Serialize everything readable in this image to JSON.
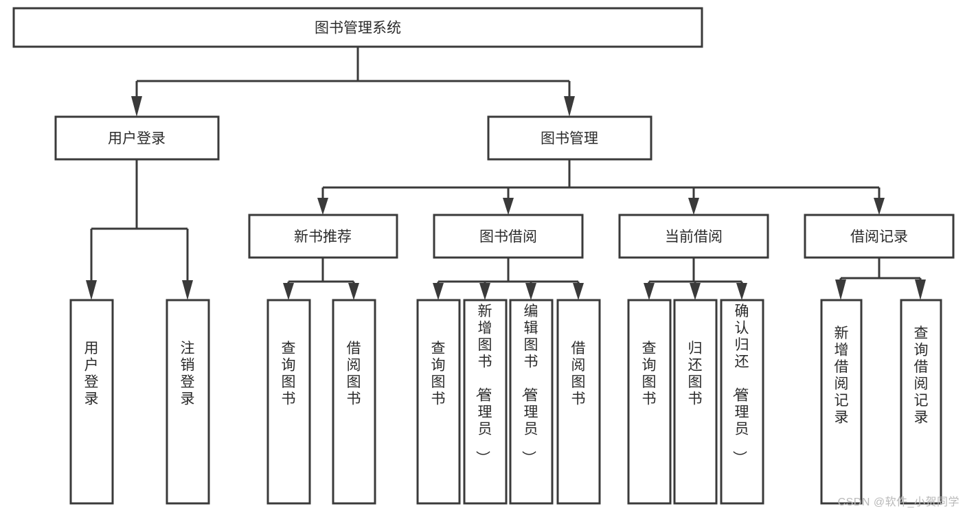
{
  "diagram": {
    "type": "hierarchy-tree",
    "title_node": {
      "id": "root",
      "label": "图书管理系统",
      "orientation": "horizontal"
    },
    "level2": [
      {
        "id": "user-login",
        "label": "用户登录",
        "orientation": "horizontal"
      },
      {
        "id": "book-management",
        "label": "图书管理",
        "orientation": "horizontal"
      }
    ],
    "level3": [
      {
        "id": "new-book-recommend",
        "label": "新书推荐",
        "orientation": "horizontal",
        "parent": "book-management"
      },
      {
        "id": "book-borrow",
        "label": "图书借阅",
        "orientation": "horizontal",
        "parent": "book-management"
      },
      {
        "id": "current-borrow",
        "label": "当前借阅",
        "orientation": "horizontal",
        "parent": "book-management"
      },
      {
        "id": "borrow-record",
        "label": "借阅记录",
        "orientation": "horizontal",
        "parent": "book-management"
      }
    ],
    "leaves": [
      {
        "id": "leaf-user-login",
        "label": "用户登录",
        "parent": "user-login",
        "orientation": "vertical"
      },
      {
        "id": "leaf-logout-login",
        "label": "注销登录",
        "parent": "user-login",
        "orientation": "vertical"
      },
      {
        "id": "leaf-query-book-1",
        "label": "查询图书",
        "parent": "new-book-recommend",
        "orientation": "vertical"
      },
      {
        "id": "leaf-borrow-book-1",
        "label": "借阅图书",
        "parent": "new-book-recommend",
        "orientation": "vertical"
      },
      {
        "id": "leaf-query-book-2",
        "label": "查询图书",
        "parent": "book-borrow",
        "orientation": "vertical"
      },
      {
        "id": "leaf-add-book",
        "label": "新增图书（管理员）",
        "parent": "book-borrow",
        "orientation": "vertical"
      },
      {
        "id": "leaf-edit-book",
        "label": "编辑图书（管理员）",
        "parent": "book-borrow",
        "orientation": "vertical"
      },
      {
        "id": "leaf-borrow-book-2",
        "label": "借阅图书",
        "parent": "book-borrow",
        "orientation": "vertical"
      },
      {
        "id": "leaf-query-book-3",
        "label": "查询图书",
        "parent": "current-borrow",
        "orientation": "vertical"
      },
      {
        "id": "leaf-return-book",
        "label": "归还图书",
        "parent": "current-borrow",
        "orientation": "vertical"
      },
      {
        "id": "leaf-confirm-return",
        "label": "确认归还（管理员）",
        "parent": "current-borrow",
        "orientation": "vertical"
      },
      {
        "id": "leaf-add-record",
        "label": "新增借阅记录",
        "parent": "borrow-record",
        "orientation": "vertical"
      },
      {
        "id": "leaf-query-record",
        "label": "查询借阅记录",
        "parent": "borrow-record",
        "orientation": "vertical"
      }
    ],
    "colors": {
      "box_fill": "#ffffff",
      "box_stroke": "#3a3a3a",
      "connector": "#3a3a3a",
      "text": "#2b2b2b",
      "background": "#ffffff",
      "watermark": "#b9b9b9"
    }
  },
  "watermark": {
    "text": "CSDN @软件_小贺同学"
  }
}
